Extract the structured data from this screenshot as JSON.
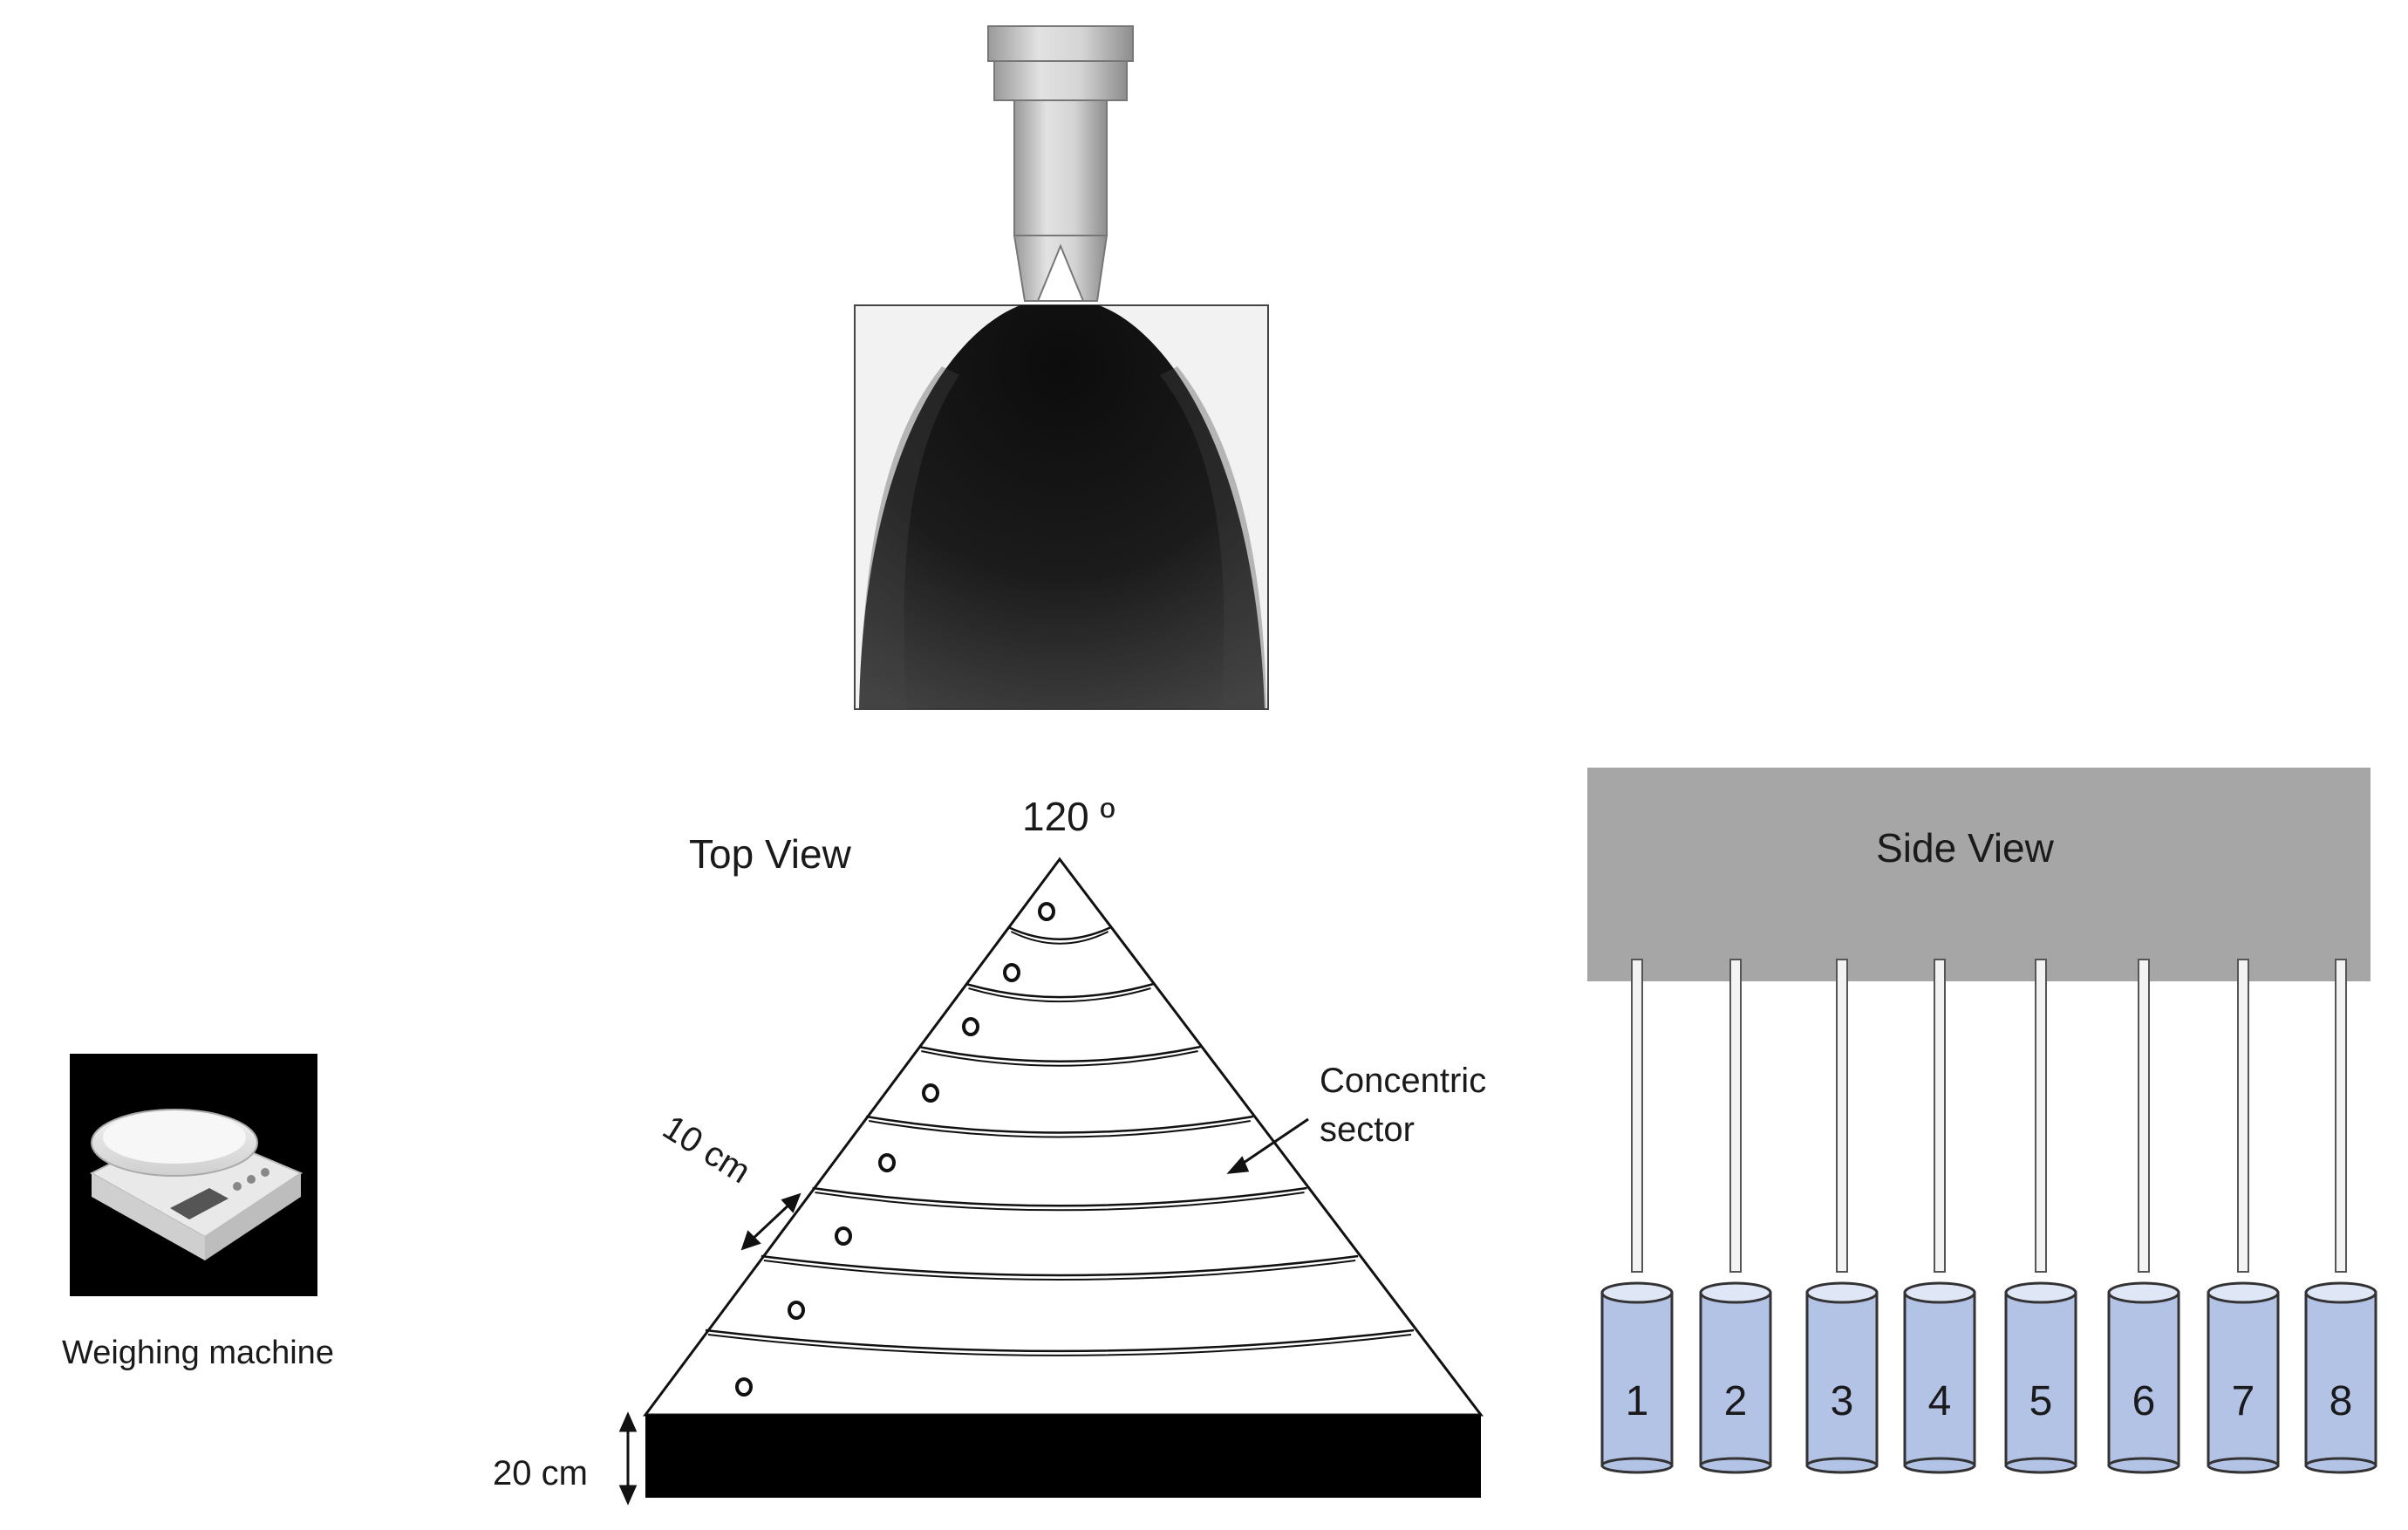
{
  "labels": {
    "top_view": "Top View",
    "angle": "120 º",
    "concentric_line1": "Concentric",
    "concentric_line2": "sector",
    "dist_10": "10 cm",
    "dist_20": "20 cm",
    "side_view": "Side View",
    "weighing_machine": "Weighing machine"
  },
  "containers": [
    "1",
    "2",
    "3",
    "4",
    "5",
    "6",
    "7",
    "8"
  ],
  "colors": {
    "container_fill": "#b3c3e6",
    "container_stroke": "#333333",
    "side_view_box": "#a6a6a6",
    "spray": "#0d0d0d",
    "nozzle": "#d0d0d0",
    "base_bar": "#000000"
  }
}
